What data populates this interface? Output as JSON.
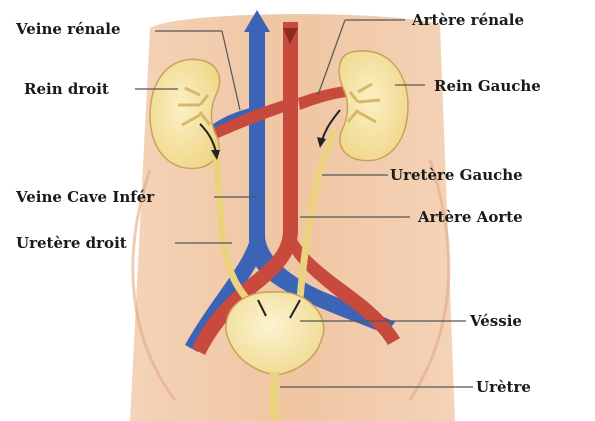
{
  "labels": {
    "veine_renale": "Veine rénale",
    "rein_droit": "Rein droit",
    "veine_cave": "Veine Cave Infér",
    "uretere_droit": "Uretère droit",
    "artere_renale": "Artère rénale",
    "rein_gauche": "Rein Gauche",
    "uretere_gauche": "Uretère Gauche",
    "artere_aorte": "Artère Aorte",
    "vessie": "Véssie",
    "uretre": "Urètre"
  },
  "colors": {
    "background": "#ffffff",
    "skin": "#f2c8a8",
    "vein": "#3b63b6",
    "artery": "#c84a3c",
    "organ": "#f6e2a0",
    "ureter": "#ead27f",
    "leader_line": "#555555"
  }
}
